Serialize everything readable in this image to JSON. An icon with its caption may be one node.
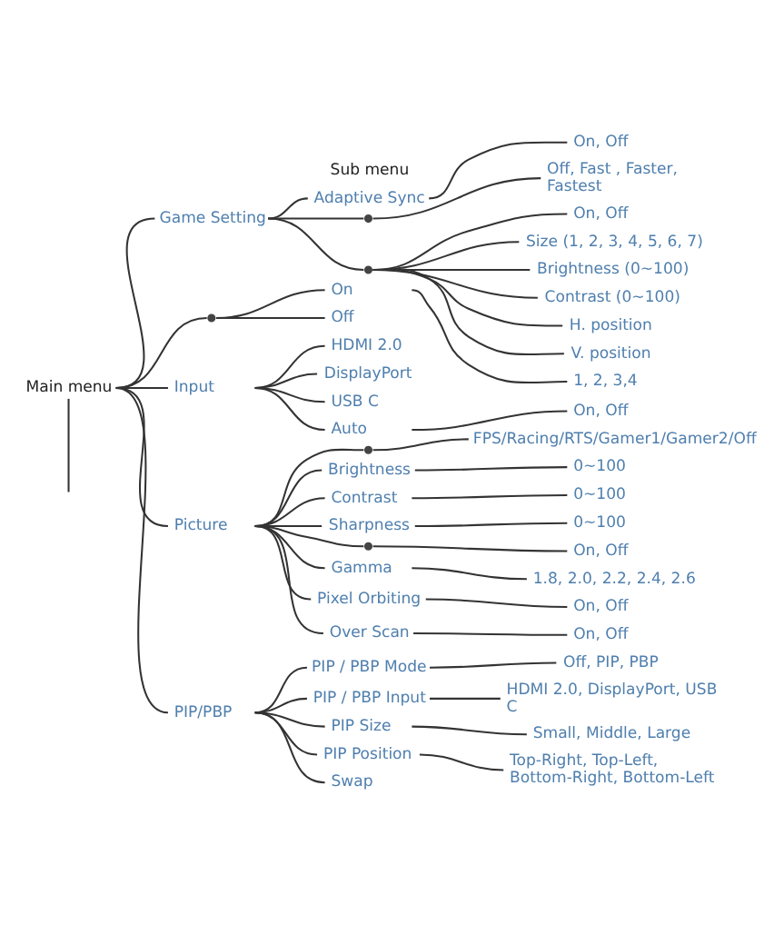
{
  "diagram": {
    "nodes": [
      {
        "text": [
          "Main menu"
        ]
      },
      {
        "text": [
          "Game Setting"
        ]
      },
      {
        "text": [
          "Adaptive Sync"
        ]
      },
      {
        "text": [
          "On, Off"
        ]
      },
      {
        "text": [],
        "shape": "point"
      },
      {
        "text": [
          "Off, Fast , Faster, Fastest"
        ]
      },
      {
        "text": [],
        "shape": "point"
      },
      {
        "text": [
          "On, Off"
        ]
      },
      {
        "text": [
          "Size (1, 2, 3, 4, 5, 6, 7)"
        ]
      },
      {
        "text": [
          "Brightness (0~100)"
        ]
      },
      {
        "text": [
          "Contrast (0~100)"
        ]
      },
      {
        "text": [
          "H. position"
        ]
      },
      {
        "text": [
          "V. position"
        ]
      },
      {
        "text": [],
        "shape": "point"
      },
      {
        "text": [
          "On"
        ]
      },
      {
        "text": [
          "1, 2, 3,4"
        ]
      },
      {
        "text": [
          "Off"
        ]
      },
      {
        "text": [
          "Input"
        ]
      },
      {
        "text": [
          "HDMI 2.0"
        ]
      },
      {
        "text": [
          "DisplayPort"
        ]
      },
      {
        "text": [
          "USB C"
        ]
      },
      {
        "text": [
          "Auto"
        ]
      },
      {
        "text": [
          "On, Off"
        ]
      },
      {
        "text": [
          "Picture"
        ]
      },
      {
        "text": [],
        "shape": "point"
      },
      {
        "text": [
          "FPS/Racing/RTS/Gamer1/Gamer2/Off"
        ]
      },
      {
        "text": [
          "Brightness"
        ]
      },
      {
        "text": [
          "0~100"
        ]
      },
      {
        "text": [
          "Contrast"
        ]
      },
      {
        "text": [
          "0~100"
        ]
      },
      {
        "text": [
          "Sharpness"
        ]
      },
      {
        "text": [
          "0~100"
        ]
      },
      {
        "text": [],
        "shape": "point"
      },
      {
        "text": [
          "On, Off"
        ]
      },
      {
        "text": [
          "Gamma"
        ]
      },
      {
        "text": [
          "1.8, 2.0, 2.2, 2.4, 2.6"
        ]
      },
      {
        "text": [
          "Pixel Orbiting"
        ]
      },
      {
        "text": [
          "On, Off"
        ]
      },
      {
        "text": [
          "Over Scan"
        ]
      },
      {
        "text": [
          "On, Off"
        ]
      },
      {
        "text": [
          "PIP/PBP"
        ]
      },
      {
        "text": [
          "PIP / PBP Mode"
        ]
      },
      {
        "text": [
          "Off, PIP, PBP"
        ]
      },
      {
        "text": [
          "PIP / PBP Input"
        ]
      },
      {
        "text": [
          "HDMI 2.0, DisplayPort, USB C"
        ]
      },
      {
        "text": [
          "PIP Size"
        ]
      },
      {
        "text": [
          "Small, Middle, Large"
        ]
      },
      {
        "text": [
          "PIP Position"
        ]
      },
      {
        "text": [
          "Top-Right, Top-Left, Bottom-Right, Bottom-Left"
        ]
      },
      {
        "text": [
          "Swap"
        ]
      }
    ],
    "edges": [
      {
        "from": 0,
        "to": 1,
        "arrow": "none"
      },
      {
        "from": 1,
        "to": 2,
        "arrow": "none"
      },
      {
        "from": 2,
        "to": 3,
        "arrow": "none"
      },
      {
        "from": 1,
        "to": 4,
        "arrow": "none"
      },
      {
        "from": 4,
        "to": 5,
        "arrow": "none"
      },
      {
        "from": 1,
        "to": 6,
        "arrow": "none"
      },
      {
        "from": 6,
        "to": 7,
        "arrow": "none"
      },
      {
        "from": 6,
        "to": 8,
        "arrow": "none"
      },
      {
        "from": 6,
        "to": 9,
        "arrow": "none"
      },
      {
        "from": 6,
        "to": 10,
        "arrow": "none"
      },
      {
        "from": 6,
        "to": 11,
        "arrow": "none"
      },
      {
        "from": 6,
        "to": 12,
        "arrow": "none"
      },
      {
        "from": 0,
        "to": 13,
        "arrow": "none"
      },
      {
        "from": 13,
        "to": 14,
        "arrow": "none"
      },
      {
        "from": 14,
        "to": 15,
        "arrow": "none"
      },
      {
        "from": 13,
        "to": 16,
        "arrow": "none"
      },
      {
        "from": 0,
        "to": 17,
        "arrow": "none"
      },
      {
        "from": 17,
        "to": 18,
        "arrow": "none"
      },
      {
        "from": 17,
        "to": 19,
        "arrow": "none"
      },
      {
        "from": 17,
        "to": 20,
        "arrow": "none"
      },
      {
        "from": 17,
        "to": 21,
        "arrow": "none"
      },
      {
        "from": 21,
        "to": 22,
        "arrow": "none"
      },
      {
        "from": 0,
        "to": 23,
        "arrow": "none"
      },
      {
        "from": 23,
        "to": 24,
        "arrow": "none"
      },
      {
        "from": 24,
        "to": 25,
        "arrow": "none"
      },
      {
        "from": 23,
        "to": 26,
        "arrow": "none"
      },
      {
        "from": 26,
        "to": 27,
        "arrow": "none"
      },
      {
        "from": 23,
        "to": 28,
        "arrow": "none"
      },
      {
        "from": 28,
        "to": 29,
        "arrow": "none"
      },
      {
        "from": 23,
        "to": 30,
        "arrow": "none"
      },
      {
        "from": 30,
        "to": 31,
        "arrow": "none"
      },
      {
        "from": 23,
        "to": 32,
        "arrow": "none"
      },
      {
        "from": 32,
        "to": 33,
        "arrow": "none"
      },
      {
        "from": 23,
        "to": 34,
        "arrow": "none"
      },
      {
        "from": 34,
        "to": 35,
        "arrow": "none"
      },
      {
        "from": 23,
        "to": 36,
        "arrow": "none"
      },
      {
        "from": 36,
        "to": 37,
        "arrow": "none"
      },
      {
        "from": 23,
        "to": 38,
        "arrow": "none"
      },
      {
        "from": 38,
        "to": 39,
        "arrow": "none"
      },
      {
        "from": 0,
        "to": 40,
        "arrow": "none"
      },
      {
        "from": 40,
        "to": 41,
        "arrow": "none"
      },
      {
        "from": 41,
        "to": 42,
        "arrow": "none"
      },
      {
        "from": 40,
        "to": 43,
        "arrow": "none"
      },
      {
        "from": 43,
        "to": 44,
        "arrow": "none"
      },
      {
        "from": 40,
        "to": 45,
        "arrow": "none"
      },
      {
        "from": 45,
        "to": 46,
        "arrow": "none"
      },
      {
        "from": 40,
        "to": 47,
        "arrow": "none"
      },
      {
        "from": 47,
        "to": 48,
        "arrow": "none"
      },
      {
        "from": 40,
        "to": 49,
        "arrow": "none"
      },
      {
        "from": 0,
        "to": null,
        "arrow": "none"
      }
    ],
    "labels": [
      "Sub menu"
    ]
  }
}
